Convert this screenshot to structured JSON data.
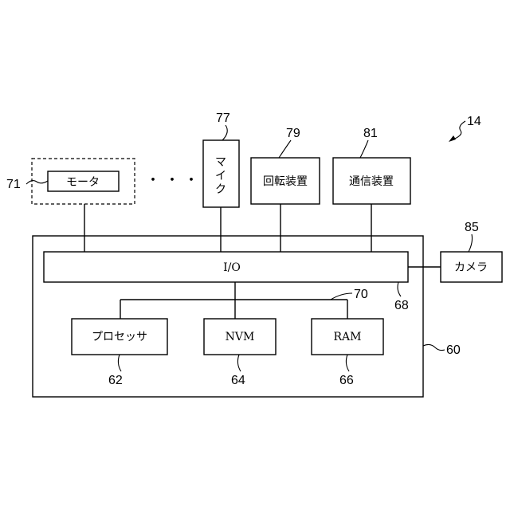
{
  "figure_ref": "14",
  "ellipsis": "・・・",
  "motor_group": {
    "ref": "71",
    "label": "モータ"
  },
  "mic": {
    "ref": "77",
    "chars": [
      "マ",
      "イ",
      "ク"
    ]
  },
  "rotation_device": {
    "ref": "79",
    "label": "回転装置"
  },
  "comm_device": {
    "ref": "81",
    "label": "通信装置"
  },
  "camera": {
    "ref": "85",
    "label": "カメラ"
  },
  "controller": {
    "ref": "60"
  },
  "io": {
    "ref": "68",
    "label": "I/O"
  },
  "bus": {
    "ref": "70"
  },
  "processor": {
    "ref": "62",
    "label": "プロセッサ"
  },
  "nvm": {
    "ref": "64",
    "label": "NVM"
  },
  "ram": {
    "ref": "66",
    "label": "RAM"
  }
}
